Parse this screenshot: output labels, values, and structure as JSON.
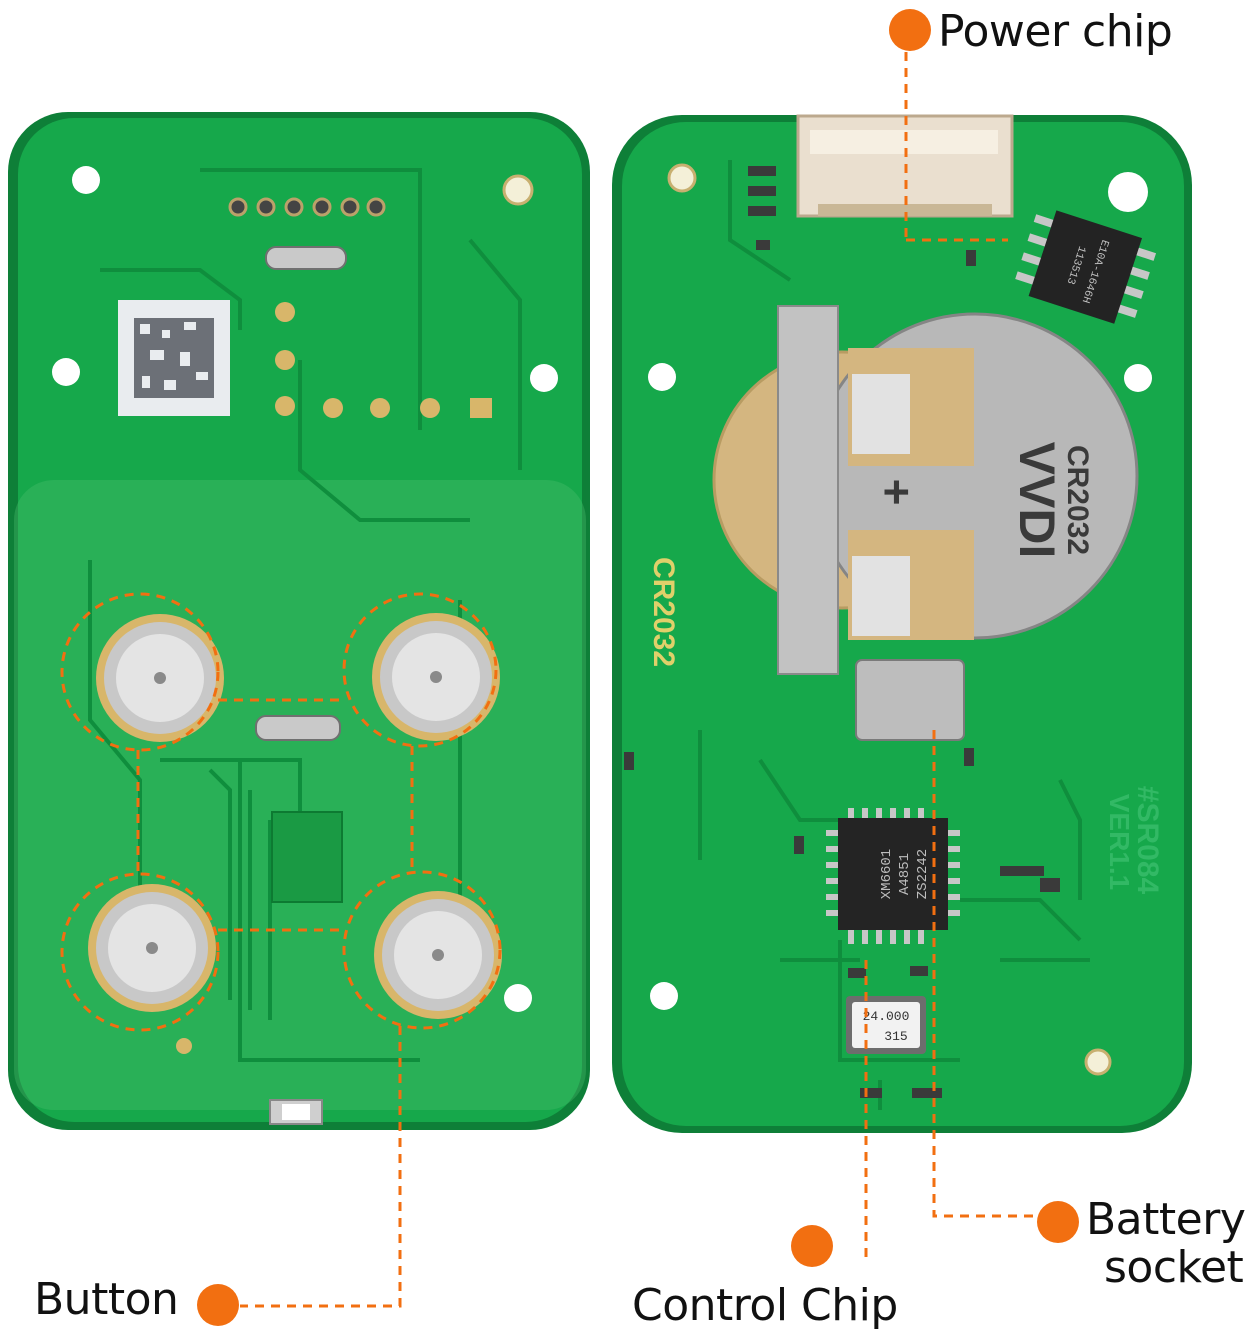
{
  "callouts": {
    "power_chip": "Power chip",
    "battery_socket_line1": "Battery",
    "battery_socket_line2": "socket",
    "control_chip": "Control Chip",
    "button": "Button"
  },
  "board_markings": {
    "battery_label": "CR2032",
    "holder_brand": "VVDI",
    "holder_model": "CR2032",
    "holder_plus": "+",
    "board_id": "#SR084",
    "board_version": "VER1.1",
    "mcu_line1": "XM6601",
    "mcu_line2": "A4851",
    "mcu_line3": "ZS2242",
    "crystal_line1": "24.000",
    "crystal_line2": "315",
    "power_ic_line1": "E10A-1646H",
    "power_ic_line2": "113513"
  },
  "colors": {
    "accent": "#f26f11",
    "pcb_green": "#13a64a",
    "pcb_trace": "#0f8e3d",
    "gold_pad": "#d8b66a",
    "metal": "#b9b9b9"
  }
}
